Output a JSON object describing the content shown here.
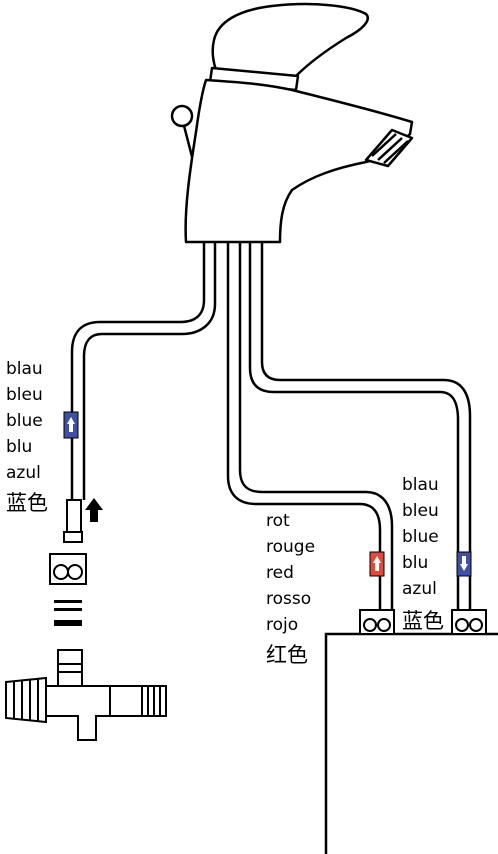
{
  "colors": {
    "line": "#000000",
    "background": "#ffffff",
    "cold_marker": "#3f4fa3",
    "hot_marker": "#e24a3d"
  },
  "icons": {
    "cold_marker": "arrow-up-icon",
    "cold_marker_right": "arrow-down-icon",
    "hot_marker": "arrow-up-icon",
    "direction": "arrow-up-icon"
  },
  "labels": {
    "blue_left": [
      "blau",
      "bleu",
      "blue",
      "blu",
      "azul"
    ],
    "blue_left_cn": "蓝色",
    "red": [
      "rot",
      "rouge",
      "red",
      "rosso",
      "rojo"
    ],
    "red_cn": "红色",
    "blue_right": [
      "blau",
      "bleu",
      "blue",
      "blu",
      "azul"
    ],
    "blue_right_cn": "蓝色"
  }
}
